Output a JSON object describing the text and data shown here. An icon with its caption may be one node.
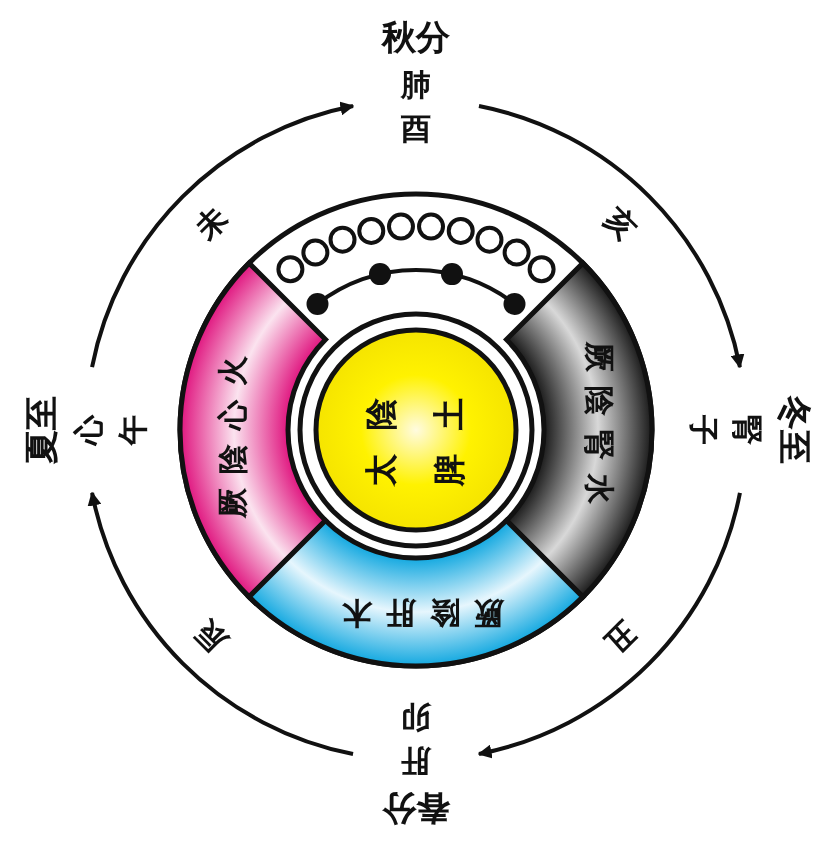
{
  "diagram": {
    "nodes": [
      {
        "text": [
          "秋分",
          "肺",
          "酉"
        ]
      },
      {
        "text": [
          "夏至",
          "心",
          "午"
        ]
      },
      {
        "text": [
          "厥陰心火"
        ]
      },
      {
        "text": [
          "太陰脾土"
        ]
      },
      {
        "text": [
          "厥陰腎水"
        ]
      },
      {
        "text": [
          "冬至",
          "腎",
          "子"
        ]
      },
      {
        "text": [
          "厥陰肝木"
        ]
      },
      {
        "text": [
          "春分",
          "肝",
          "卯"
        ]
      }
    ],
    "edges": [
      {
        "from": 1,
        "to": 0,
        "arrow": "to"
      },
      {
        "from": 0,
        "to": 5,
        "arrow": "to"
      },
      {
        "from": 5,
        "to": 7,
        "arrow": "to"
      },
      {
        "from": 7,
        "to": 1,
        "arrow": "to"
      }
    ],
    "labels": [
      "未",
      "亥",
      "辰",
      "丑"
    ]
  }
}
